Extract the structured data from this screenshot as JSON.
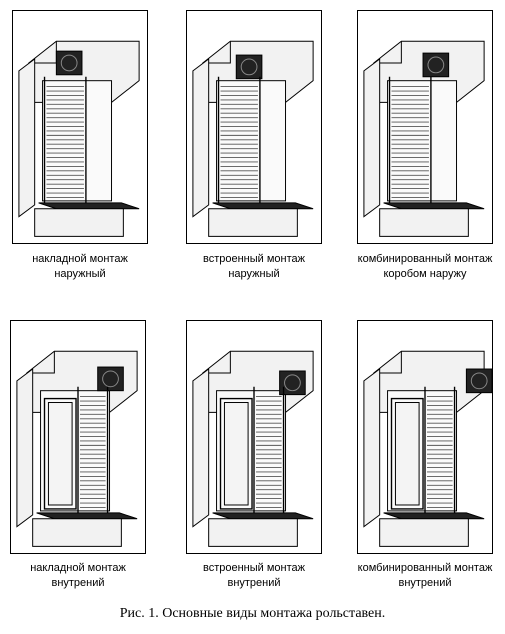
{
  "panels": [
    {
      "id": "surface-outer",
      "line1": "накладной монтаж",
      "line2": "наружный",
      "mount": "surface",
      "side": "outer"
    },
    {
      "id": "builtin-outer",
      "line1": "встроенный монтаж",
      "line2": "наружный",
      "mount": "builtin",
      "side": "outer"
    },
    {
      "id": "combined-outer",
      "line1": "комбинированный монтаж",
      "line2": "коробом наружу",
      "mount": "combined",
      "side": "outer"
    },
    {
      "id": "surface-inner",
      "line1": "накладной монтаж",
      "line2": "внутрений",
      "mount": "surface",
      "side": "inner"
    },
    {
      "id": "builtin-inner",
      "line1": "встроенный монтаж",
      "line2": "внутрений",
      "mount": "builtin",
      "side": "inner"
    },
    {
      "id": "combined-inner",
      "line1": "комбинированный монтаж",
      "line2": "внутрений",
      "mount": "combined",
      "side": "inner"
    }
  ],
  "figure_caption": "Рис. 1. Основные виды монтажа рольставен.",
  "colors": {
    "line": "#000000",
    "wall": "#f2f2f2",
    "shade": "#d9d9d9",
    "dark": "#222222"
  }
}
